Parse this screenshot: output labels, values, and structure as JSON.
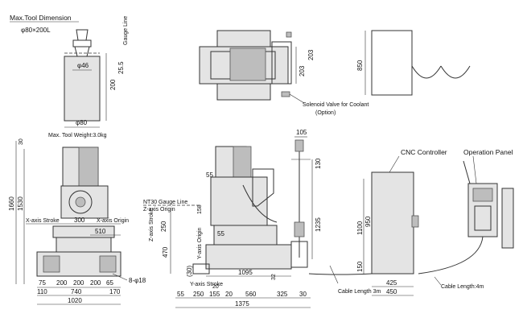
{
  "tool": {
    "title": "Max.Tool Dimension",
    "size": "φ80×200L",
    "gauge_line": "Gauge Line",
    "dia_46": "φ46",
    "len_25_5": "25.5",
    "len_200": "200",
    "dia_80": "φ80",
    "weight": "Max. Tool Weight:3.0kg"
  },
  "top_view": {
    "dim_203a": "203",
    "dim_203b": "203",
    "solenoid": "Solenoid Valve for Coolant",
    "option": "(Option)"
  },
  "door_view": {
    "dim_850": "850"
  },
  "front_view": {
    "h_1660": "1660",
    "h_1530": "1530",
    "h_30": "30",
    "x_stroke": "X-axis Stroke",
    "x_300": "300",
    "x_origin": "X-axis Origin",
    "d_510": "510",
    "hole": "8-φ18",
    "row1": [
      "75",
      "200",
      "200",
      "200",
      "65"
    ],
    "row2": [
      "110",
      "740",
      "170"
    ],
    "total": "1020"
  },
  "side_view": {
    "d_105": "105",
    "d_130": "130",
    "d_55a": "55",
    "d_55b": "55",
    "d_158": "158",
    "nt30_gauge": "NT30 Gauge Line",
    "z_origin": "Z-axis Origin",
    "z_stroke": "Z-axis Stroke",
    "d_250": "250",
    "d_470": "470",
    "d_30p": "(30)",
    "y_origin": "Y-axis Origin",
    "d_1235": "1235",
    "d_1095": "1095",
    "d_32": "32",
    "y_stroke": "Y-axis Stroke",
    "bottom_row": [
      "55",
      "250",
      "155",
      "20",
      "560",
      "325",
      "30"
    ],
    "d_20": "20",
    "total": "1375"
  },
  "cnc": {
    "label": "CNC Controller",
    "d_1100": "1100",
    "d_950": "950",
    "d_150": "150",
    "d_425": "425",
    "d_450": "450",
    "cable3": "Cable Length 3m"
  },
  "panel": {
    "label": "Operation Panel",
    "cable4": "Cable Length:4m"
  }
}
